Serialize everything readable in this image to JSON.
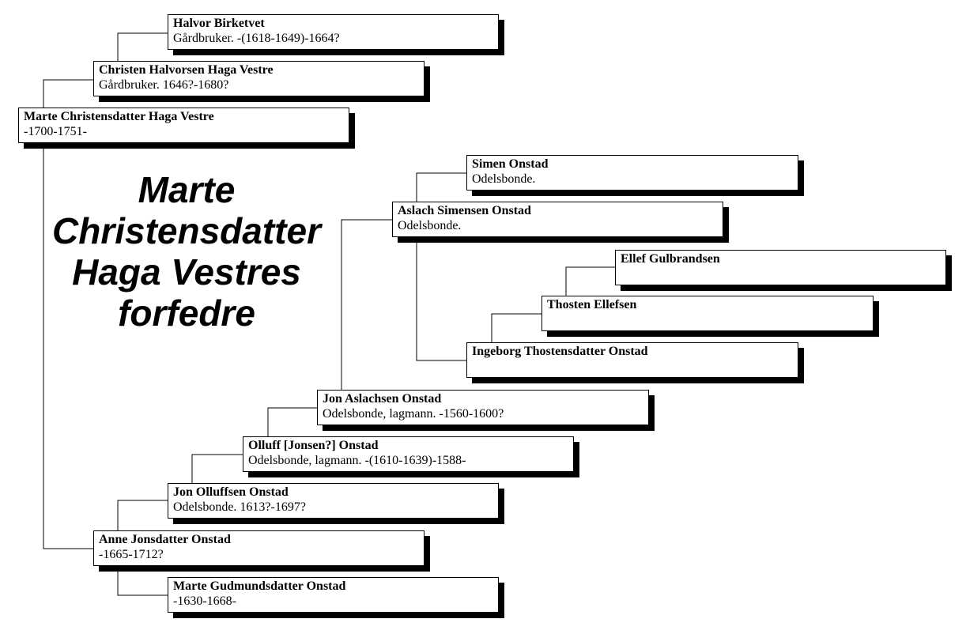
{
  "title_lines": [
    "Marte",
    "Christensdatter",
    "Haga Vestres",
    "forfedre"
  ],
  "persons": {
    "halvor": {
      "name": "Halvor  Birketvet",
      "detail": "Gårdbruker.  -(1618-1649)-1664?"
    },
    "christen": {
      "name": "Christen Halvorsen Haga Vestre",
      "detail": "Gårdbruker.  1646?-1680?"
    },
    "marte_c": {
      "name": "Marte Christensdatter Haga Vestre",
      "detail": "-1700-1751-"
    },
    "simen": {
      "name": "Simen Onstad",
      "detail": "Odelsbonde."
    },
    "aslach": {
      "name": "Aslach Simensen Onstad",
      "detail": "Odelsbonde."
    },
    "ellef": {
      "name": "Ellef  Gulbrandsen",
      "detail": ""
    },
    "thosten": {
      "name": "Thosten  Ellefsen",
      "detail": ""
    },
    "ingeborg": {
      "name": "Ingeborg Thostensdatter Onstad",
      "detail": ""
    },
    "jon_a": {
      "name": "Jon Aslachsen Onstad",
      "detail": "Odelsbonde, lagmann.  -1560-1600?"
    },
    "olluff": {
      "name": "Olluff [Jonsen?]  Onstad",
      "detail": "Odelsbonde, lagmann.   -(1610-1639)-1588-"
    },
    "jon_o": {
      "name": "Jon Olluffsen Onstad",
      "detail": "Odelsbonde.  1613?-1697?"
    },
    "anne": {
      "name": "Anne Jonsdatter Onstad",
      "detail": "-1665-1712?"
    },
    "marte_g": {
      "name": "Marte Gudmundsdatter Onstad",
      "detail": "-1630-1668-"
    }
  }
}
